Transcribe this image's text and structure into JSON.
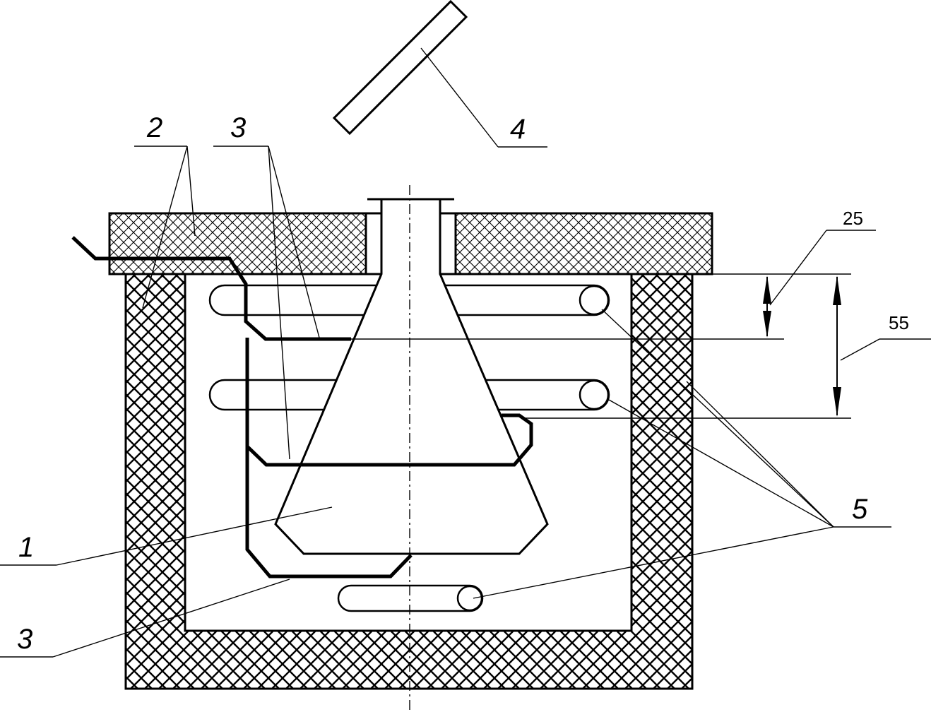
{
  "figure": {
    "callouts": {
      "flask": "1",
      "insulation": "2",
      "heater_upper": "3",
      "heater_lower": "3",
      "thermometer": "4",
      "coils": "5"
    },
    "dimensions": {
      "upper": "25",
      "lower": "55"
    },
    "colors": {
      "line": "#000000",
      "background": "#ffffff"
    }
  }
}
